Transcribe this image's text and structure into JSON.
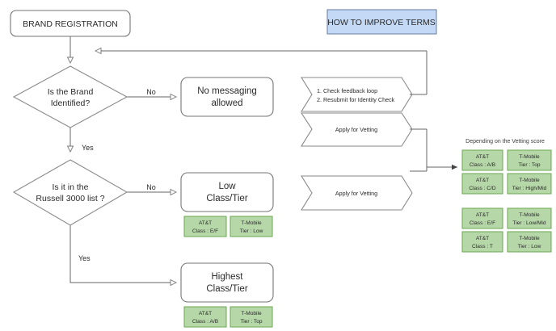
{
  "diagram": {
    "title_box": {
      "label": "BRAND REGISTRATION"
    },
    "banner": {
      "label": "HOW TO IMPROVE TERMS",
      "color": "#c3d9f5"
    },
    "decisions": [
      {
        "id": "brand-identified",
        "line1": "Is the Brand",
        "line2": "Identified?"
      },
      {
        "id": "russell-3000",
        "line1": "Is it in the",
        "line2": "Russell 3000 list ?"
      }
    ],
    "edge_labels": {
      "no_1": "No",
      "yes_1": "Yes",
      "no_2": "No",
      "yes_2": "Yes"
    },
    "outcomes": [
      {
        "id": "no-messaging",
        "line1": "No messaging",
        "line2": "allowed",
        "tags": []
      },
      {
        "id": "low-class-tier",
        "line1": "Low",
        "line2": "Class/Tier",
        "tags": [
          {
            "line1": "AT&T",
            "line2": "Class : E/F"
          },
          {
            "line1": "T-Mobile",
            "line2": "Tier : Low"
          }
        ]
      },
      {
        "id": "highest-class-tier",
        "line1": "Highest",
        "line2": "Class/Tier",
        "tags": [
          {
            "line1": "AT&T",
            "line2": "Class : A/B"
          },
          {
            "line1": "T-Mobile",
            "line2": "Tier : Top"
          }
        ]
      }
    ],
    "chevrons": [
      {
        "id": "feedback-loop",
        "line1": "1. Check feedback loop",
        "line2": "2. Resubmit for Identity Check"
      },
      {
        "id": "apply-vetting-1",
        "line1": "Apply for Vetting",
        "line2": ""
      },
      {
        "id": "apply-vetting-2",
        "line1": "Apply for Vetting",
        "line2": ""
      }
    ],
    "vetting_note": "Depending on the Vetting score",
    "vetting_grid": [
      {
        "att_line1": "AT&T",
        "att_line2": "Class : A/B",
        "tmo_line1": "T-Mobile",
        "tmo_line2": "Tier : Top"
      },
      {
        "att_line1": "AT&T",
        "att_line2": "Class : C/D",
        "tmo_line1": "T-Mobile",
        "tmo_line2": "Tier : High/Mid"
      },
      {
        "att_line1": "AT&T",
        "att_line2": "Class : E/F",
        "tmo_line1": "T-Mobile",
        "tmo_line2": "Tier : Low/Mid"
      },
      {
        "att_line1": "AT&T",
        "att_line2": "Class : T",
        "tmo_line1": "T-Mobile",
        "tmo_line2": "Tier : Low"
      }
    ],
    "colors": {
      "green_fill": "#b6d7a8",
      "green_stroke": "#6aa84f",
      "blue_fill": "#c3d9f5",
      "line": "#8a8a8a"
    }
  }
}
